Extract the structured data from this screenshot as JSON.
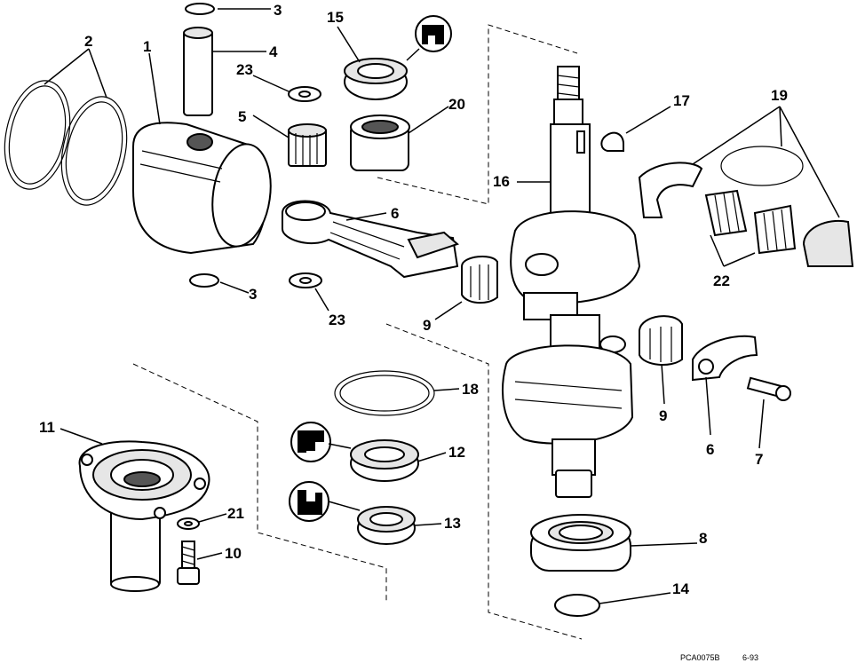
{
  "callouts": {
    "n1": "1",
    "n2": "2",
    "n3a": "3",
    "n3b": "3",
    "n4": "4",
    "n5": "5",
    "n6a": "6",
    "n6b": "6",
    "n7": "7",
    "n8": "8",
    "n9a": "9",
    "n9b": "9",
    "n10": "10",
    "n11": "11",
    "n12": "12",
    "n13": "13",
    "n14": "14",
    "n15": "15",
    "n16": "16",
    "n17": "17",
    "n18": "18",
    "n19": "19",
    "n20": "20",
    "n21": "21",
    "n22": "22",
    "n23a": "23",
    "n23b": "23"
  },
  "footer": {
    "ref": "PCA0075B",
    "date": "6-93"
  },
  "icons": [
    "seal-direction-icon"
  ]
}
